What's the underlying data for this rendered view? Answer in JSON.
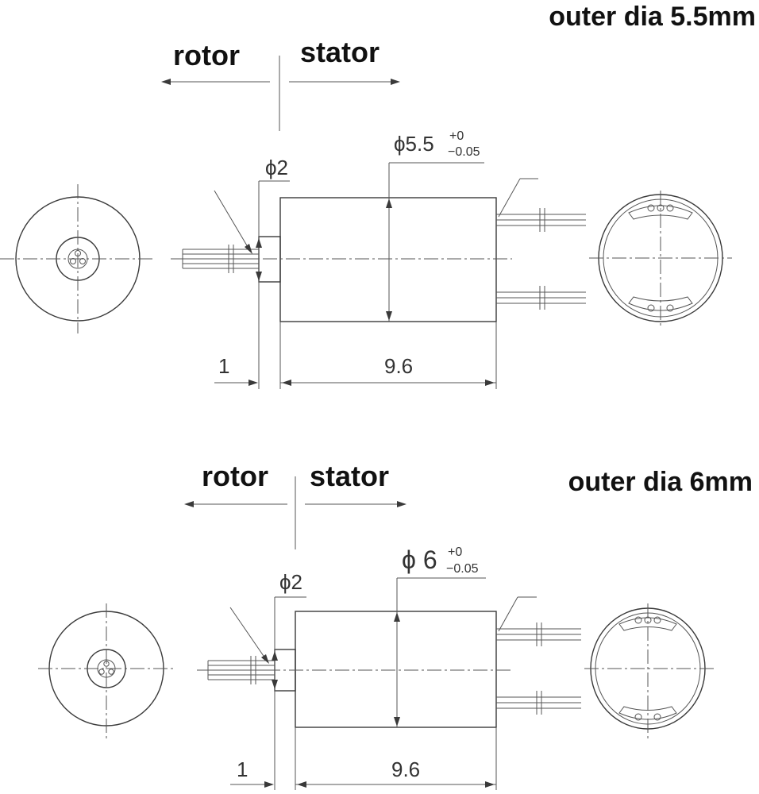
{
  "views": [
    {
      "title": "outer dia 5.5mm",
      "rotor_label": "rotor",
      "stator_label": "stator",
      "shaft_dia_label": "ϕ2",
      "outer_dia_symbol": "ϕ5.5",
      "tol_upper": "+0",
      "tol_lower": "−0.05",
      "dim_left": "1",
      "dim_length": "9.6"
    },
    {
      "title": "outer dia 6mm",
      "rotor_label": "rotor",
      "stator_label": "stator",
      "shaft_dia_label": "ϕ2",
      "outer_dia_symbol": "ϕ 6",
      "tol_upper": "+0",
      "tol_lower": "−0.05",
      "dim_left": "1",
      "dim_length": "9.6"
    }
  ]
}
